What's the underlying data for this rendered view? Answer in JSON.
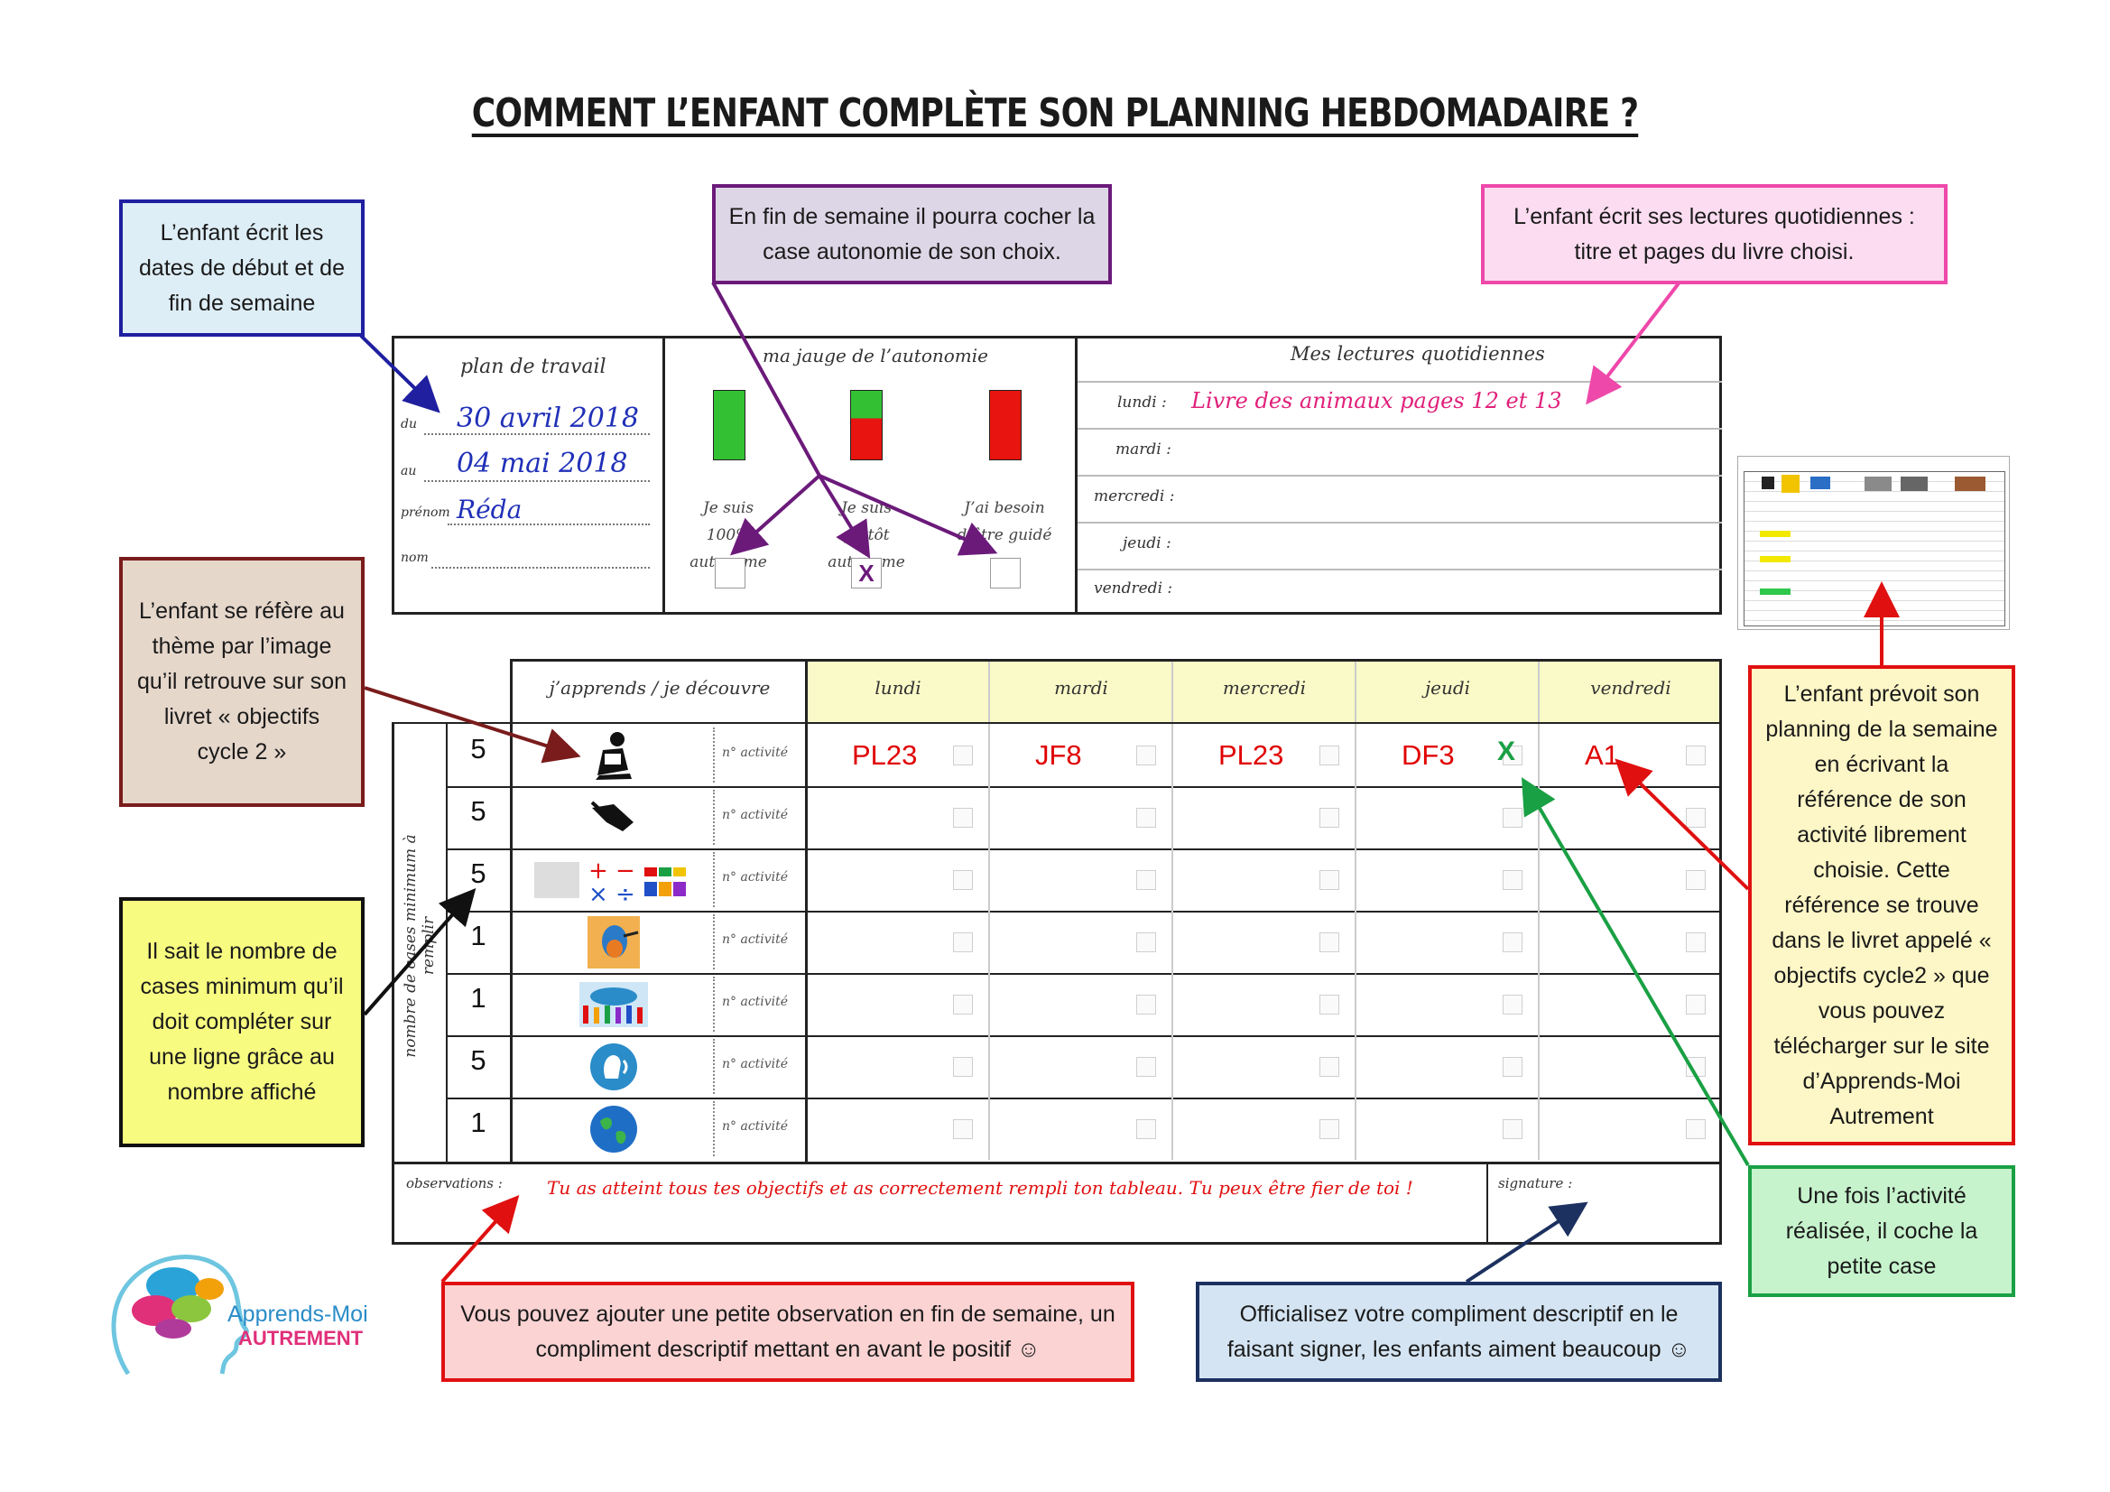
{
  "title": "COMMENT L’ENFANT COMPLÈTE SON PLANNING HEBDOMADAIRE ?",
  "callouts": {
    "dates": "L’enfant écrit les dates de début et de fin de semaine",
    "autonomie": "En fin de semaine il pourra cocher la case autonomie de son choix.",
    "lectures": "L’enfant écrit ses lectures quotidiennes : titre et pages du livre choisi.",
    "theme": "L’enfant se réfère au thème par l’image qu’il retrouve sur son livret « objectifs cycle 2 »",
    "nombre": "Il sait le nombre de cases minimum qu’il doit compléter sur une ligne grâce au nombre affiché",
    "planning": "L’enfant prévoit son planning de la semaine en écrivant la référence de son activité librement choisie. Cette référence se trouve dans le livret appelé « objectifs cycle2 » que vous pouvez télécharger sur le site d’Apprends-Moi Autrement",
    "coche": "Une fois l’activité réalisée, il coche la petite case",
    "observation": "Vous pouvez ajouter une petite observation en fin de semaine, un compliment descriptif mettant en avant le positif ☺",
    "signature": "Officialisez votre compliment descriptif en le faisant signer, les enfants aiment beaucoup ☺"
  },
  "plan": {
    "heading": "plan de travail",
    "du_label": "du",
    "du_value": "30 avril 2018",
    "au_label": "au",
    "au_value": "04 mai 2018",
    "prenom_label": "prénom",
    "prenom_value": "Réda",
    "nom_label": "nom"
  },
  "jauge": {
    "heading": "ma jauge de l’autonomie",
    "options": [
      "Je suis 100% autonome",
      "Je suis plutôt autonome",
      "J’ai besoin d’être guidé"
    ],
    "checked_mark": "X",
    "colors": {
      "green": "#33c133",
      "red": "#e8140f"
    }
  },
  "lectures": {
    "heading": "Mes lectures quotidiennes",
    "days": [
      "lundi :",
      "mardi :",
      "mercredi :",
      "jeudi :",
      "vendredi :"
    ],
    "lundi_value": "Livre des animaux pages 12 et 13"
  },
  "table": {
    "side_label": "nombre de cases minimum à remplir",
    "header_col": "j’apprends / je découvre",
    "days": [
      "lundi",
      "mardi",
      "mercredi",
      "jeudi",
      "vendredi"
    ],
    "activity_label": "n° activité",
    "rows": [
      {
        "min": "5",
        "icon": "reading-child-icon",
        "refs": [
          "PL23",
          "JF8",
          "PL23",
          "DF3",
          "A1"
        ],
        "checks": [
          false,
          false,
          false,
          true,
          false
        ]
      },
      {
        "min": "5",
        "icon": "writing-hand-icon",
        "refs": [
          "",
          "",
          "",
          "",
          ""
        ],
        "checks": [
          false,
          false,
          false,
          false,
          false
        ]
      },
      {
        "min": "5",
        "icon": "math-icon",
        "refs": [
          "",
          "",
          "",
          "",
          ""
        ],
        "checks": [
          false,
          false,
          false,
          false,
          false
        ]
      },
      {
        "min": "1",
        "icon": "bird-icon",
        "refs": [
          "",
          "",
          "",
          "",
          ""
        ],
        "checks": [
          false,
          false,
          false,
          false,
          false
        ]
      },
      {
        "min": "1",
        "icon": "people-world-icon",
        "refs": [
          "",
          "",
          "",
          "",
          ""
        ],
        "checks": [
          false,
          false,
          false,
          false,
          false
        ]
      },
      {
        "min": "5",
        "icon": "speaking-head-icon",
        "refs": [
          "",
          "",
          "",
          "",
          ""
        ],
        "checks": [
          false,
          false,
          false,
          false,
          false
        ]
      },
      {
        "min": "1",
        "icon": "globe-icon",
        "refs": [
          "",
          "",
          "",
          "",
          ""
        ],
        "checks": [
          false,
          false,
          false,
          false,
          false
        ]
      }
    ],
    "check_mark": "X",
    "observations_label": "observations :",
    "observations_value": "Tu as atteint tous tes objectifs et as correctement rempli ton tableau. Tu peux être fier de toi !",
    "signature_label": "signature :"
  },
  "logo": {
    "line1": "Apprends-Moi",
    "line2": "AUTREMENT"
  }
}
